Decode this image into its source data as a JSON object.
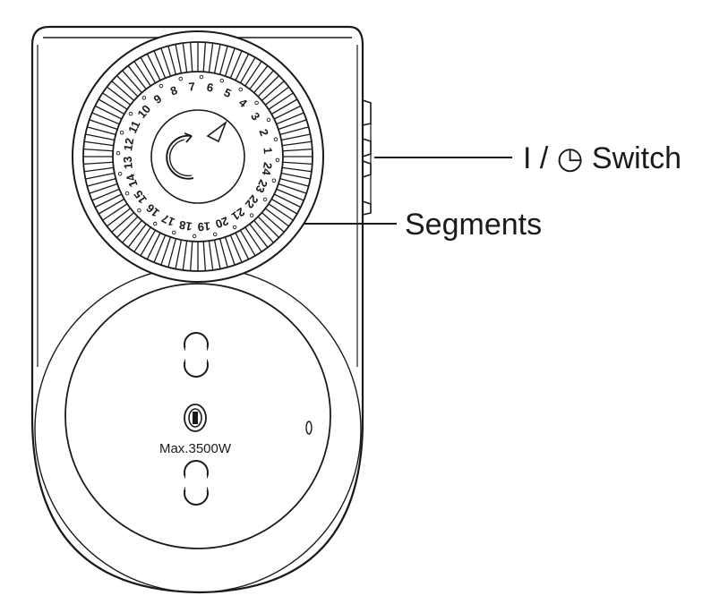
{
  "callouts": {
    "switch_label": "I / ◷ Switch",
    "segments_label": "Segments"
  },
  "socket": {
    "rating": "Max.3500W"
  },
  "dial": {
    "hours": [
      "1",
      "2",
      "3",
      "4",
      "5",
      "6",
      "7",
      "8",
      "9",
      "10",
      "11",
      "12",
      "13",
      "14",
      "15",
      "16",
      "17",
      "18",
      "19",
      "20",
      "21",
      "22",
      "23",
      "24"
    ]
  },
  "colors": {
    "line": "#1a1a1a",
    "background": "#ffffff"
  }
}
